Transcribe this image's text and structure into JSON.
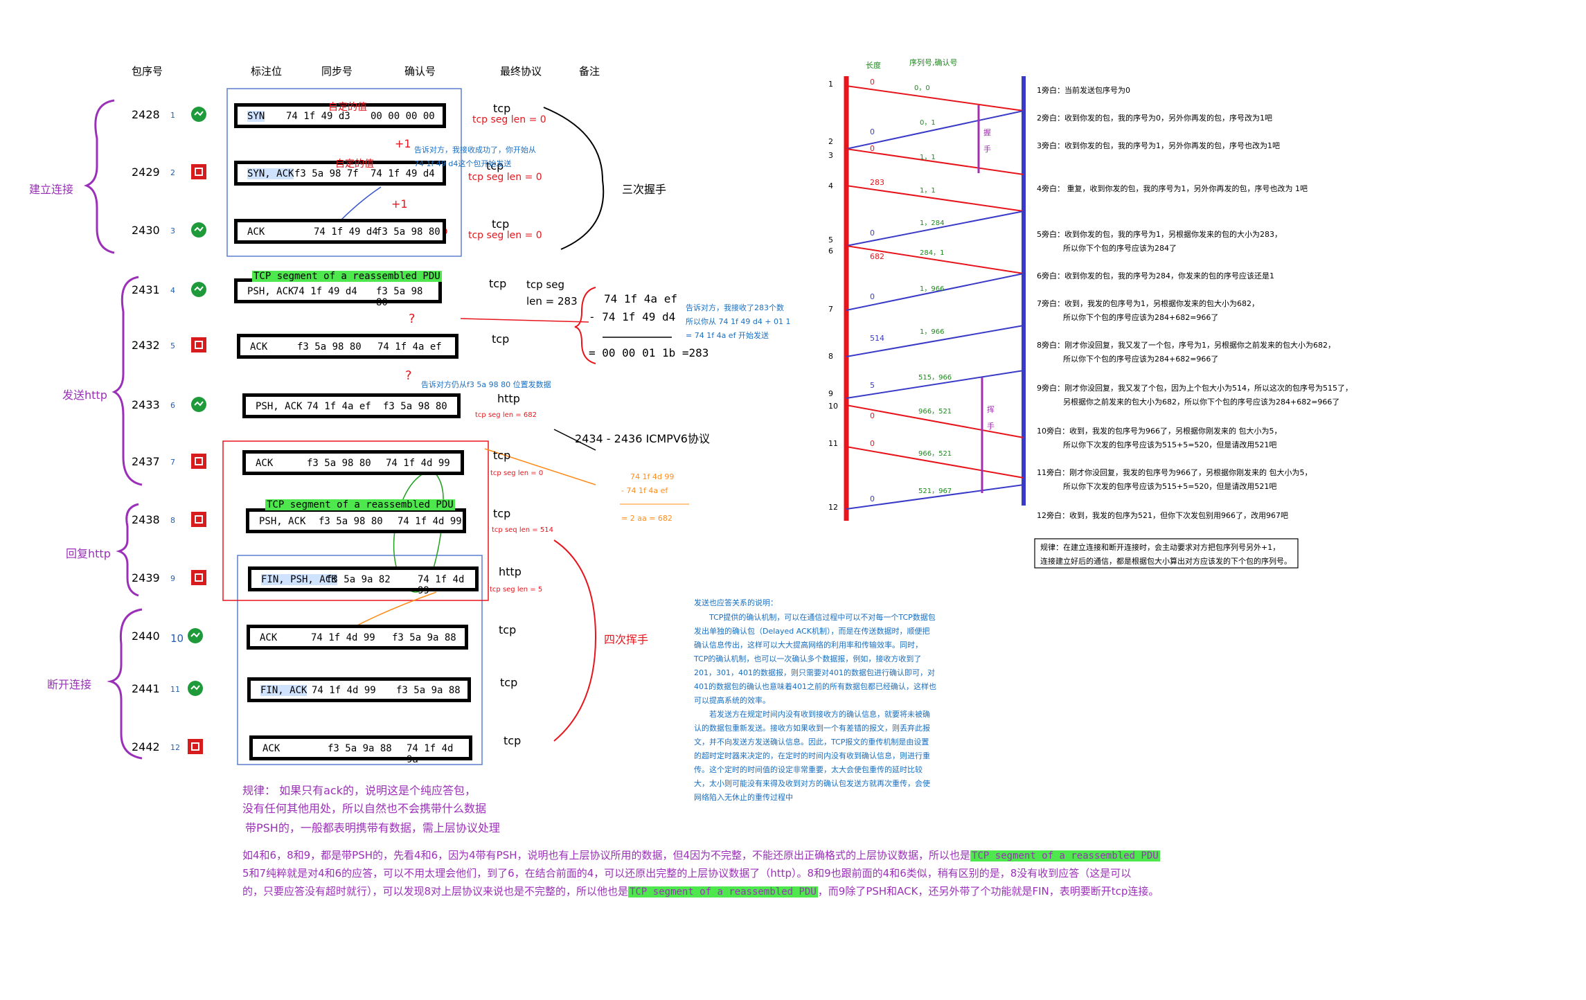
{
  "headers": {
    "packet_no": "包序号",
    "flags": "标注位",
    "seq": "同步号",
    "ack": "确认号",
    "protocol": "最终协议",
    "note": "备注"
  },
  "groups": {
    "establish": "建立连接",
    "send_http": "发送http",
    "reply_http": "回复http",
    "close": "断开连接"
  },
  "handshake3": "三次握手",
  "handshake4": "四次挥手",
  "icmp_note": "2434 - 2436 ICMPV6协议",
  "segment_pdu": "TCP segment of a reassembled PDU",
  "packets": [
    {
      "no": "2428",
      "idx": "1",
      "flags": "SYN",
      "seq": "74 1f  49 d3",
      "ack": "00 00 00 00",
      "proto": "tcp",
      "seglen": "tcp seg len = 0",
      "icon": "green"
    },
    {
      "no": "2429",
      "idx": "2",
      "flags": "SYN, ACK",
      "seq": "f3 5a  98 7f",
      "ack": "74 1f 49 d4",
      "proto": "tcp",
      "seglen": "tcp seg len = 0",
      "icon": "red"
    },
    {
      "no": "2430",
      "idx": "3",
      "flags": "ACK",
      "seq": "74 1f  49 d4",
      "ack": "f3 5a 98 80",
      "proto": "tcp",
      "seglen": "tcp seg len = 0",
      "icon": "green"
    },
    {
      "no": "2431",
      "idx": "4",
      "flags": "PSH, ACK",
      "seq": "74 1f  49 d4",
      "ack": "f3 5a 98 80",
      "proto": "tcp",
      "seglen": "",
      "icon": "green"
    },
    {
      "no": "2432",
      "idx": "5",
      "flags": "ACK",
      "seq": "f3 5a  98 80",
      "ack": "74 1f 4a ef",
      "proto": "tcp",
      "seglen": "",
      "icon": "red"
    },
    {
      "no": "2433",
      "idx": "6",
      "flags": "PSH, ACK",
      "seq": "74 1f  4a ef",
      "ack": "f3 5a 98 80",
      "proto": "http",
      "seglen": "tcp seg len = 682",
      "icon": "green"
    },
    {
      "no": "2437",
      "idx": "7",
      "flags": "ACK",
      "seq": "f3 5a  98 80",
      "ack": "74 1f 4d 99",
      "proto": "tcp",
      "seglen": "tcp seg len = 0",
      "icon": "red"
    },
    {
      "no": "2438",
      "idx": "8",
      "flags": "PSH, ACK",
      "seq": "f3 5a  98 80",
      "ack": "74 1f 4d 99",
      "proto": "tcp",
      "seglen": "tcp seq len = 514",
      "icon": "red"
    },
    {
      "no": "2439",
      "idx": "9",
      "flags": "FIN, PSH, ACK",
      "seq": "f3 5a  9a 82",
      "ack": "74 1f 4d 99",
      "proto": "http",
      "seglen": "tcp seg len = 5",
      "icon": "red"
    },
    {
      "no": "2440",
      "idx": "10",
      "flags": "ACK",
      "seq": "74 1f  4d 99",
      "ack": "f3 5a 9a 88",
      "proto": "tcp",
      "seglen": "",
      "icon": "green"
    },
    {
      "no": "2441",
      "idx": "11",
      "flags": "FIN, ACK",
      "seq": "74 1f  4d 99",
      "ack": "f3 5a 9a 88",
      "proto": "tcp",
      "seglen": "",
      "icon": "green"
    },
    {
      "no": "2442",
      "idx": "12",
      "flags": "ACK",
      "seq": "f3 5a  9a 88",
      "ack": "74 1f 4d 9a",
      "proto": "tcp",
      "seglen": "",
      "icon": "red"
    }
  ],
  "annot": {
    "self_value": "自定的值",
    "self_value2": "自定的值",
    "plus1": "+1",
    "plus1b": "+1",
    "tell_ok": "告诉对方，我接收成功了，你开始从",
    "tell_ok2": "74 1f 49 d4这个包开始发送",
    "tell_283": "告诉对方，我接收了283个数",
    "tell_283b": "所以你从 74 1f 49 d4 + 01 1",
    "tell_283c": "= 74 1f 4a ef 开始发送",
    "tell_still": "告诉对方仍从f3 5a 98 80 位置发数据",
    "tcpseg": "tcp seg",
    "len283": "len = 283",
    "calc1": "74  1f  4a  ef",
    "calc2": "-   74  1f  49  d4",
    "calc3": "=  00  00  01 1b    =283",
    "q": "?",
    "q2": "?",
    "o1": "74 1f 4d 99",
    "o2": "-   74 1f 4a ef",
    "o3": "=            2  aa    = 682"
  },
  "rule1": "规律：  如果只有ack的，说明这是个纯应答包，",
  "rule1b": "没有任何其他用处，所以自然也不会携带什么数据",
  "rule2": "带PSH的，一般都表明携带有数据，需上层协议处理",
  "para1a": "如4和6，8和9，都是带PSH的，先看4和6，因为4带有PSH，说明也有上层协议所用的数据，但4因为不完整，不能还原出正确格式的上层协议数据，所以也是",
  "para1b": "5和7纯粹就是对4和6的应答，可以不用太理会他们，到了6，在结合前面的4，可以还原出完整的上层协议数据了（http）。8和9也跟前面的4和6类似，稍有区别的是，8没有收到应答（这是可以",
  "para1c": "的，只要应答没有超时就行），可以发现8对上层协议来说也是不完整的，所以他也是",
  "para1d": "，而9除了PSH和ACK，还另外带了个功能就是FIN，表明要断开tcp连接。",
  "bluenote_title": "发送也应答关系的说明：",
  "bluenote": [
    "TCP提供的确认机制，可以在通信过程中可以不对每一个TCP数据包",
    "发出单独的确认包（Delayed ACK机制），而是在传送数据时，顺便把",
    "确认信息传出，这样可以大大提高网络的利用率和传输效率。同时，",
    "TCP的确认机制，也可以一次确认多个数据报，例如，接收方收到了",
    "201，301，401的数据报，则只需要对401的数据包进行确认即可，对",
    "401的数据包的确认也意味着401之前的所有数据包都已经确认，这样也",
    "可以提高系统的效率。",
    "若发送方在规定时间内没有收到接收方的确认信息，就要将未被确",
    "认的数据包重新发送。接收方如果收到一个有差错的报文，则丢弃此报",
    "文，并不向发送方发送确认信息。因此，TCP报文的重传机制是由设置",
    "的超时定时器来决定的，在定时的时间内没有收到确认信息，则进行重",
    "传。这个定时的时间值的设定非常重要，太大会使包重传的延时比较",
    "大，太小则可能没有来得及收到对方的确认包发送方就再次重传，会使",
    "网络陷入无休止的重传过程中"
  ],
  "seq_diagram": {
    "len_label": "长度",
    "sa_label": "序列号,确认号",
    "row_numbers": [
      "1",
      "2",
      "3",
      "4",
      "5",
      "6",
      "7",
      "8",
      "9",
      "10",
      "11",
      "12"
    ],
    "lengths": [
      "0",
      "0",
      "0",
      "283",
      "0",
      "682",
      "0",
      "514",
      "5",
      "0",
      "0",
      "0"
    ],
    "pairs": [
      "0，0",
      "0，1",
      "1，1",
      "1，1",
      "1，284",
      "284，1",
      "1，966",
      "1，966",
      "515，966",
      "966，521",
      "966，521",
      "521，967"
    ],
    "wave1": "握手",
    "wave2": "挥手",
    "notes": [
      "1旁白：当前发送包序号为0",
      "2旁白：收到你发的包，我的序号为0，另外你再发的包，序号改为1吧",
      "3旁白：收到你发的包，我的序号为1，另外你再发的包，序号也改为1吧",
      "4旁白：  重复，收到你发的包，我的序号为1，另外你再发的包，序号也改为 1吧",
      "5旁白：收到你发的包，我的序号为1，另根据你发来的包的大小为283，",
      "所以你下个包的序号应该为284了",
      "6旁白：收到你发的包，我的序号为284，你发来的包的序号应该还是1",
      "7旁白：收到，我发的包序号为1，另根据你发来的包大小为682，",
      "所以你下个包的序号应该为284+682=966了",
      "8旁白：刚才你没回复，我又发了一个包，序号为1，另根据你之前发来的包大小为682，",
      "所以你下个包的序号应该为284+682=966了",
      "9旁白：刚才你没回复，我又发了个包，因为上个包大小为514，所以这次的包序号为515了，",
      "另根据你之前发来的包大小为682，所以你下个包的序号应该为284+682=966了",
      "10旁白：收到，我发的包序号为966了，另根据你刚发来的 包大小为5，",
      "所以你下次发的包序号应该为515+5=520，但是请改用521吧",
      "11旁白：刚才你没回复，我发的包序号为966了，另根据你刚发来的 包大小为5，",
      "所以你下次发的包序号应该为515+5=520，但是请改用521吧",
      "12旁白：收到，我发的包序为521，但你下次发包别用966了，改用967吧"
    ],
    "rule": "规律：在建立连接和断开连接时，会主动要求对方把包序列号另外+1，",
    "rule2": "连接建立好后的通信，都是根据包大小算出对方应该发的下个包的序列号。"
  }
}
